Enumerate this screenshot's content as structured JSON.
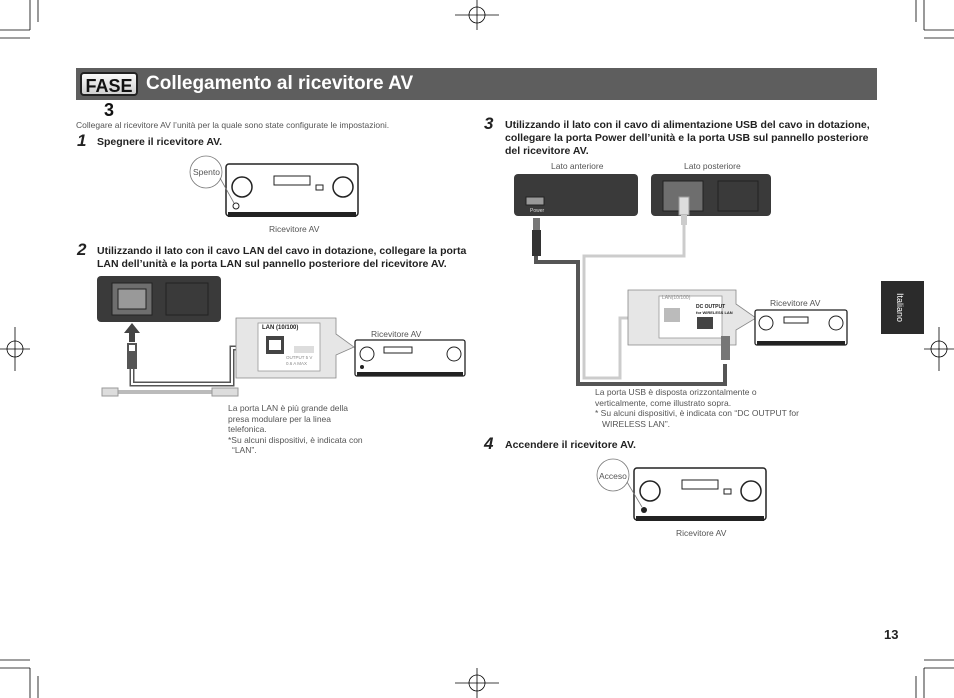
{
  "header": {
    "badge": "FASE 3",
    "title": "Collegamento al ricevitore AV"
  },
  "intro": "Collegare al ricevitore AV l’unità per la quale sono state configurate le impostazioni.",
  "steps": [
    {
      "number": "1",
      "text": "Spegnere il ricevitore AV."
    },
    {
      "number": "2",
      "text": "Utilizzando il lato con il cavo LAN del cavo in dotazione, collegare la porta LAN dell’unità e la porta LAN sul pannello posteriore del ricevitore AV."
    },
    {
      "number": "3",
      "text": "Utilizzando il lato con il cavo di alimentazione USB del cavo in dotazione, collegare la porta Power dell’unità e la porta USB sul pannello posteriore del ricevitore AV."
    },
    {
      "number": "4",
      "text": "Accendere il ricevitore AV."
    }
  ],
  "labels": {
    "spento": "Spento",
    "acceso": "Acceso",
    "receiver": "Ricevitore AV",
    "front_side": "Lato anteriore",
    "rear_side": "Lato posteriore",
    "power": "Power",
    "lan_port": "LAN",
    "lan_port_sub": "(10/100)",
    "dc_output": "DC OUTPUT",
    "dc_output_sub": "for WIRELESS LAN",
    "output_sub": "OUTPUT 5 V",
    "output_amp": "0.6 A MAX"
  },
  "notes": {
    "lan_note_1": "La porta LAN è più grande della",
    "lan_note_2": "presa modulare per la linea",
    "lan_note_3": "telefonica.",
    "lan_note_4": "*Su alcuni dispositivi, è indicata con",
    "lan_note_5": "“LAN”.",
    "usb_note_1": "La porta USB è disposta orizzontalmente o",
    "usb_note_2": "verticalmente, come illustrato sopra.",
    "usb_note_3": "* Su alcuni dispositivi, è indicata con “DC OUTPUT for",
    "usb_note_4": "WIRELESS LAN”."
  },
  "side_tab": "Italiano",
  "page_number": "13"
}
